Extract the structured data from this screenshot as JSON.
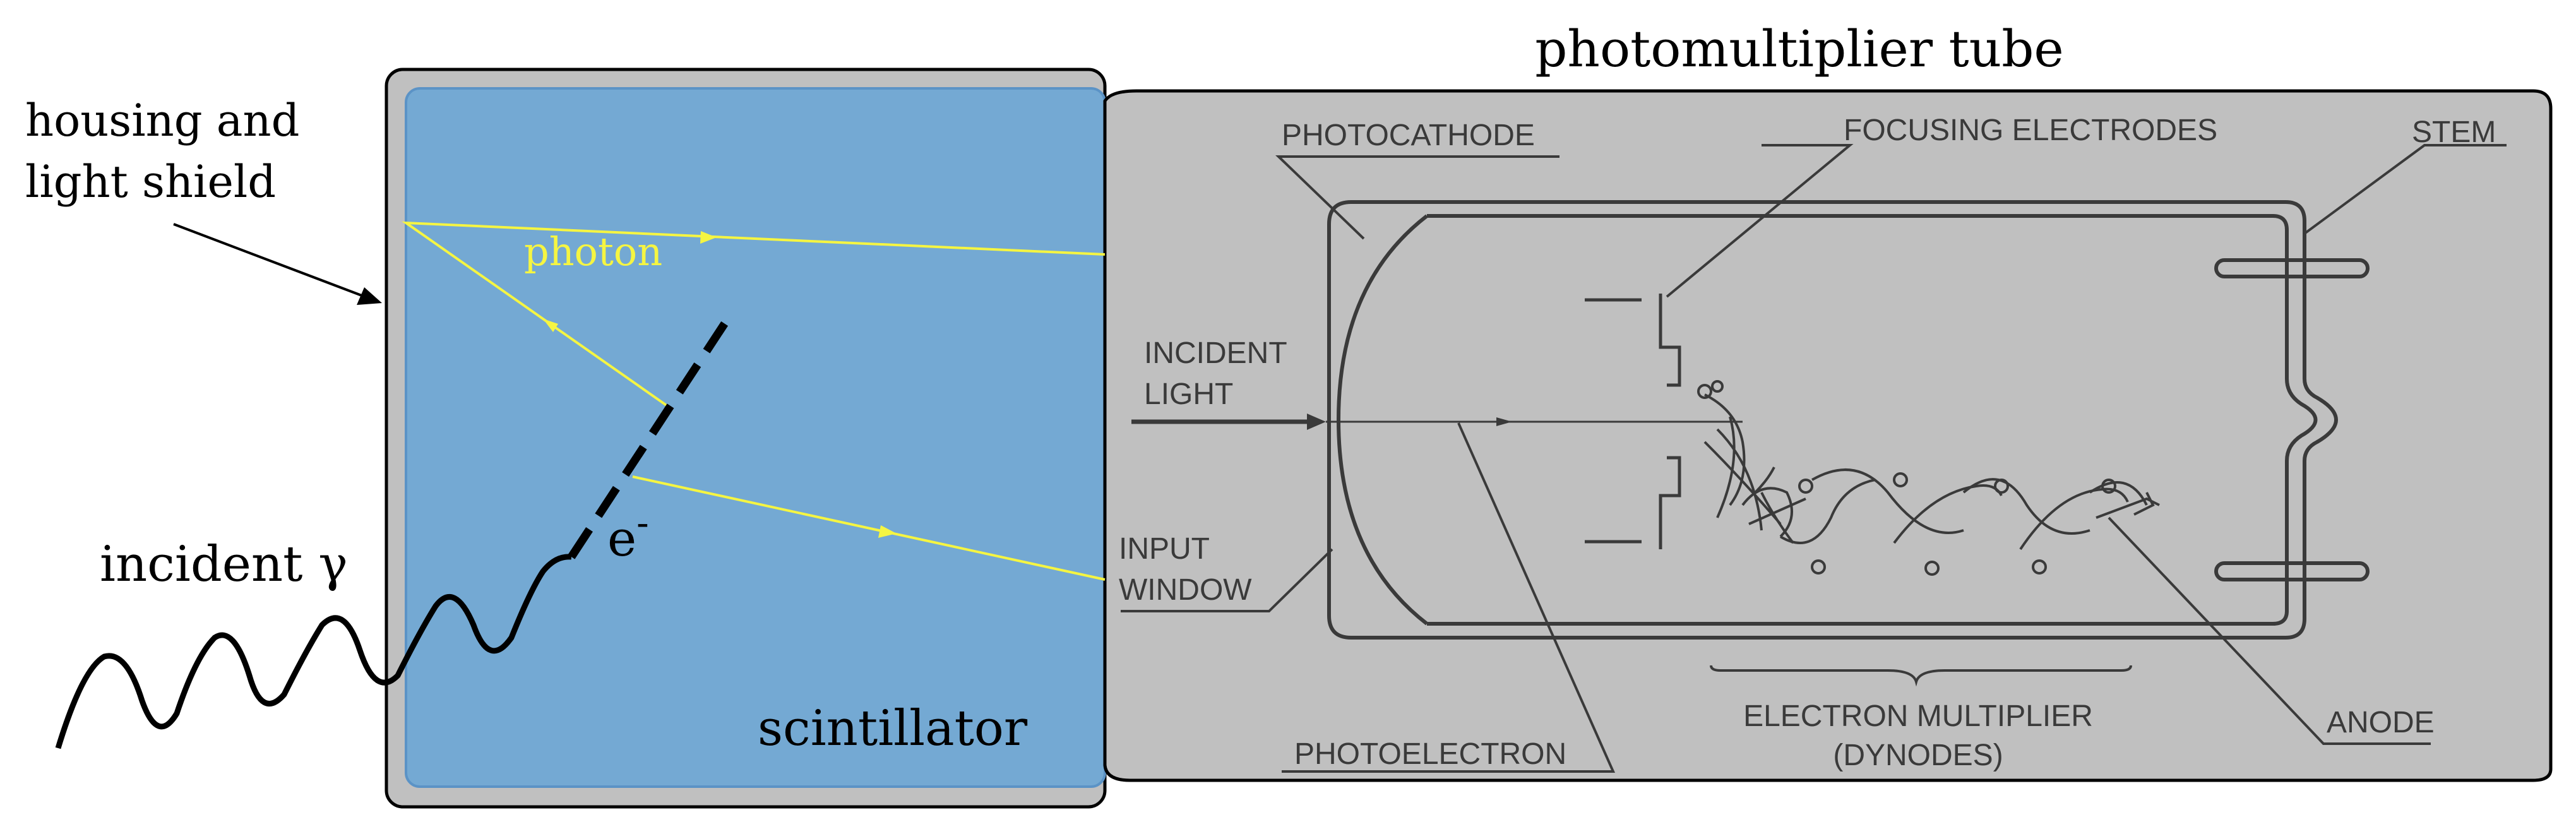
{
  "title": "photomultiplier tube",
  "labels": {
    "housing": [
      "housing and",
      "light shield"
    ],
    "photon": "photon",
    "electron_e": "e",
    "electron_sup": "-",
    "incident_gamma": "incident γ",
    "scintillator": "scintillator"
  },
  "pmt_labels": {
    "photocathode": "PHOTOCATHODE",
    "focusing": "FOCUSING ELECTRODES",
    "stem": "STEM",
    "incident_light": [
      "INCIDENT",
      "LIGHT"
    ],
    "input_window": [
      "INPUT",
      "WINDOW"
    ],
    "photoelectron": "PHOTOELECTRON",
    "multiplier": [
      "ELECTRON MULTIPLIER",
      "(DYNODES)"
    ],
    "anode": "ANODE"
  },
  "colors": {
    "scintillator": "#74a9d3",
    "scintillator_edge": "#5b93c6",
    "housing": "#c0c0c0",
    "pmt_body": "#c0c0c0",
    "photon": "#f5f542",
    "ink": "#000000",
    "pmt_ink": "#3a3a3a"
  }
}
